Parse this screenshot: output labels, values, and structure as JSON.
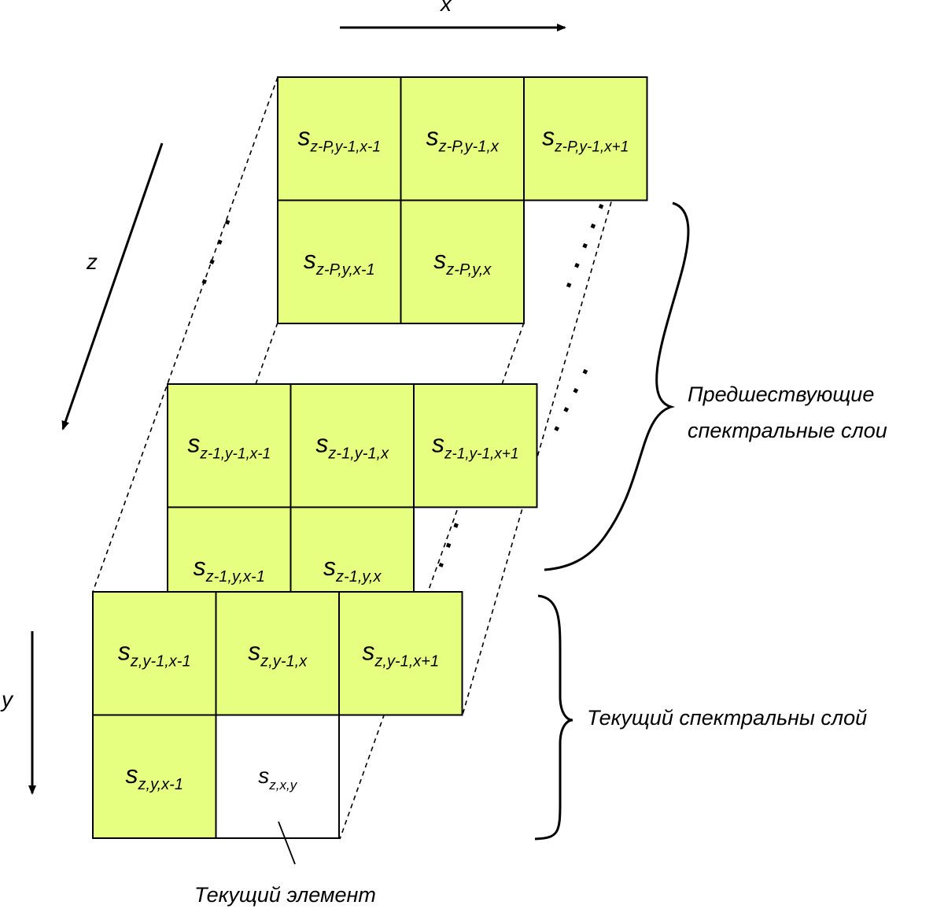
{
  "colors": {
    "cell": "#e6ff80",
    "current_cell": "#ffffff",
    "stroke": "#000000"
  },
  "axes": {
    "x": "x",
    "y": "y",
    "z": "z"
  },
  "layers": [
    {
      "id": "layer-z-p",
      "cells": [
        {
          "id": "cell-zp-y1-x1",
          "base": "s",
          "sub": "z-P,y-1,x-1"
        },
        {
          "id": "cell-zp-y1-x",
          "base": "s",
          "sub": "z-P,y-1,x"
        },
        {
          "id": "cell-zp-y1-xp1",
          "base": "s",
          "sub": "z-P,y-1,x+1"
        },
        {
          "id": "cell-zp-y-x1",
          "base": "s",
          "sub": "z-P,y,x-1"
        },
        {
          "id": "cell-zp-y-x",
          "base": "s",
          "sub": "z-P,y,x"
        }
      ]
    },
    {
      "id": "layer-z-1",
      "cells": [
        {
          "id": "cell-z1-y1-x1",
          "base": "s",
          "sub": "z-1,y-1,x-1"
        },
        {
          "id": "cell-z1-y1-x",
          "base": "s",
          "sub": "z-1,y-1,x"
        },
        {
          "id": "cell-z1-y1-xp1",
          "base": "s",
          "sub": "z-1,y-1,x+1"
        },
        {
          "id": "cell-z1-y-x1",
          "base": "s",
          "sub": "z-1,y,x-1"
        },
        {
          "id": "cell-z1-y-x",
          "base": "s",
          "sub": "z-1,y,x"
        }
      ]
    },
    {
      "id": "layer-z",
      "cells": [
        {
          "id": "cell-z-y1-x1",
          "base": "s",
          "sub": "z,y-1,x-1"
        },
        {
          "id": "cell-z-y1-x",
          "base": "s",
          "sub": "z,y-1,x"
        },
        {
          "id": "cell-z-y1-xp1",
          "base": "s",
          "sub": "z,y-1,x+1"
        },
        {
          "id": "cell-z-y-x1",
          "base": "s",
          "sub": "z,y,x-1"
        },
        {
          "id": "cell-z-current",
          "base": "s",
          "sub": "z,x,y",
          "current": true
        }
      ]
    }
  ],
  "labels": {
    "previous_layers_line1": "Предшествующие",
    "previous_layers_line2": "спектральные слои",
    "current_layer": "Текущий спектральны слой",
    "current_element": "Текущий элемент"
  }
}
